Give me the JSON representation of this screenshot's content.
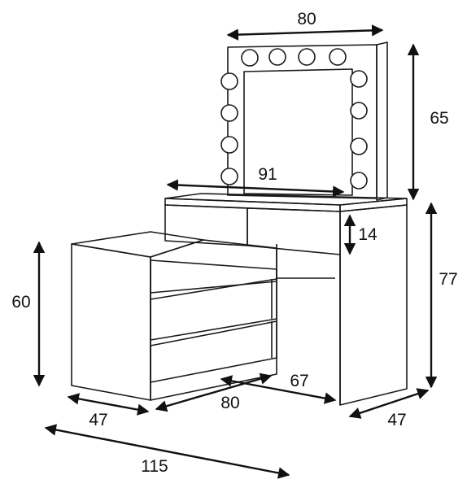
{
  "diagram": {
    "subject": "dressing table with lighted mirror and drawer cabinet",
    "dimensions": {
      "mirror_width": "80",
      "mirror_height": "65",
      "top_depth_diagonal": "91",
      "drawer_height": "14",
      "table_height": "77",
      "cabinet_height": "60",
      "cabinet_depth": "47",
      "cabinet_width": "80",
      "table_span": "67",
      "table_depth": "47",
      "total_width": "115"
    },
    "mirror_bulb_count": 12,
    "cabinet_drawer_count": 3,
    "table_drawer_count": 2,
    "colors": {
      "line": "#1a1a1a",
      "background": "#ffffff"
    }
  }
}
